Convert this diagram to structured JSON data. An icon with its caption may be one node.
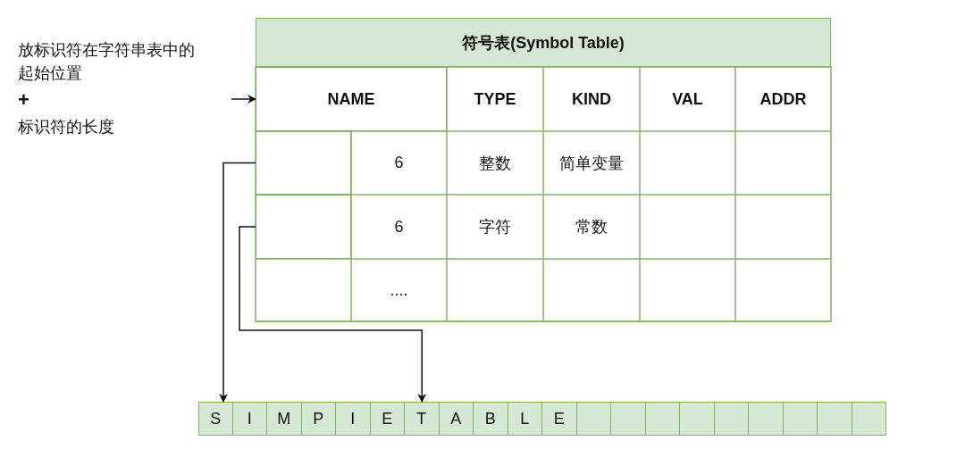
{
  "diagram": {
    "nodes": [
      {
        "text": [
          "符号表(Symbol Table)"
        ]
      },
      {
        "text": [
          "NAME"
        ]
      },
      {
        "text": [
          "放标识符在字符串表中的起始位置",
          "+",
          "标识符的长度"
        ]
      },
      {
        "text": [],
        "shape": "box"
      },
      {
        "text": [],
        "shape": "box"
      },
      {
        "text": [
          "S"
        ]
      },
      {
        "text": [
          "I"
        ]
      },
      {
        "text": [
          "M"
        ]
      },
      {
        "text": [
          "P"
        ]
      },
      {
        "text": [
          "I"
        ]
      },
      {
        "text": [
          "E"
        ]
      },
      {
        "text": [
          "T"
        ]
      },
      {
        "text": [
          "A"
        ]
      },
      {
        "text": [
          "B"
        ]
      },
      {
        "text": [
          "L"
        ]
      },
      {
        "text": [
          "E"
        ]
      },
      {
        "text": [],
        "shape": "box"
      },
      {
        "text": [],
        "shape": "box"
      },
      {
        "text": [],
        "shape": "box"
      },
      {
        "text": [],
        "shape": "box"
      },
      {
        "text": [],
        "shape": "box"
      },
      {
        "text": [],
        "shape": "box"
      },
      {
        "text": [],
        "shape": "box"
      },
      {
        "text": [],
        "shape": "box"
      },
      {
        "text": [],
        "shape": "box"
      }
    ],
    "edges": [
      {
        "from": null,
        "to": 1,
        "arrow": "to"
      },
      {
        "from": 3,
        "to": 5,
        "arrow": "to"
      },
      {
        "from": 4,
        "to": 11,
        "arrow": "to"
      }
    ],
    "labels": [
      "TYPE",
      "KIND",
      "VAL",
      "ADDR",
      "6",
      "整数",
      "简单变量",
      "6",
      "字符",
      "常数",
      "...."
    ]
  }
}
